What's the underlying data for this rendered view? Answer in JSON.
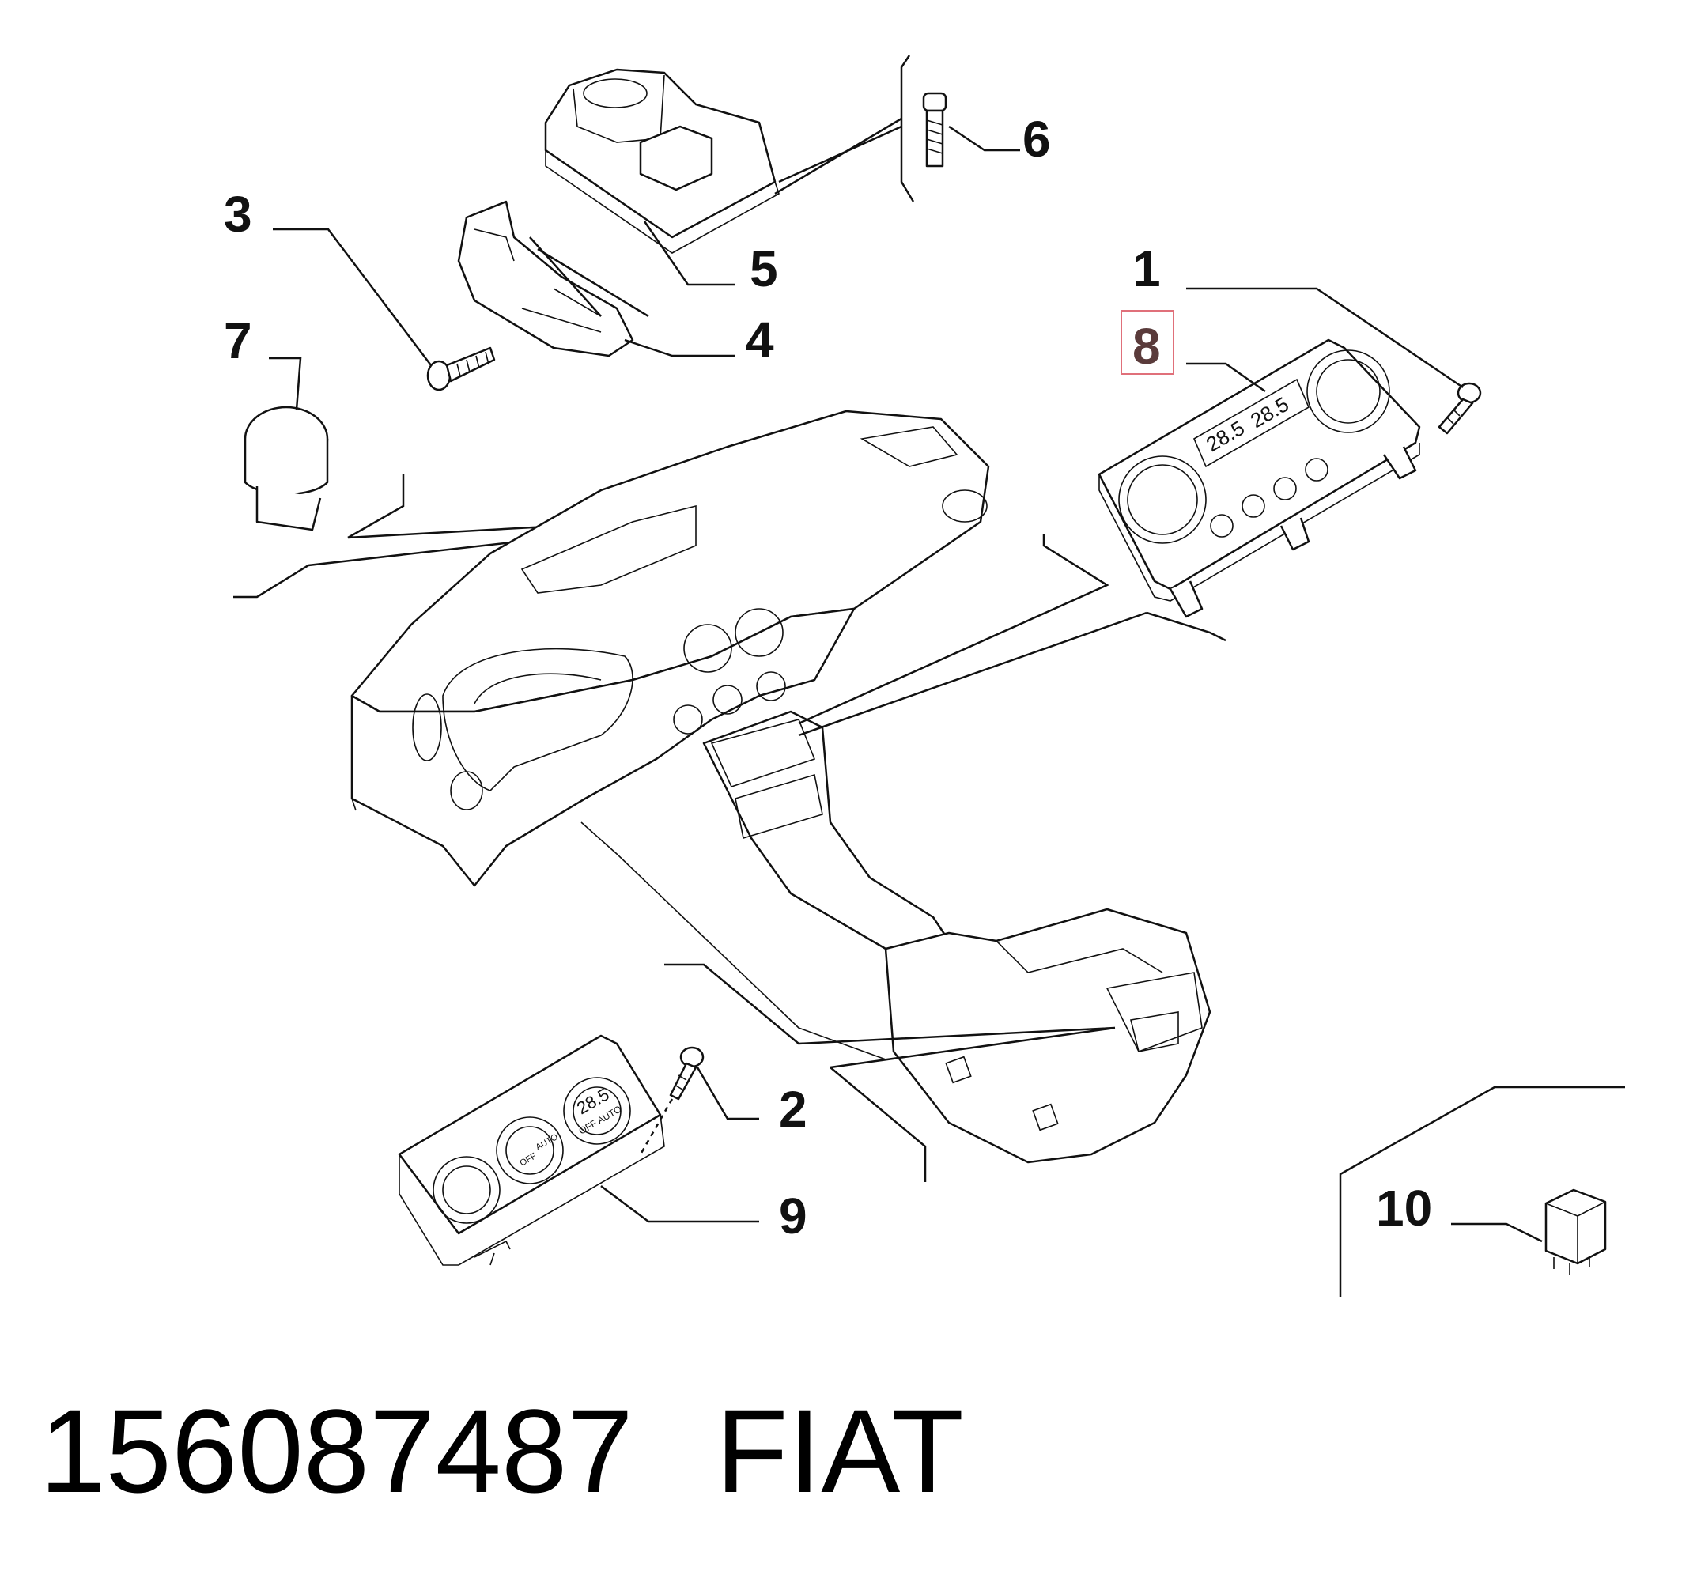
{
  "callouts": {
    "c1": "1",
    "c2": "2",
    "c3": "3",
    "c4": "4",
    "c5": "5",
    "c6": "6",
    "c7": "7",
    "c8": "8",
    "c9": "9",
    "c10": "10"
  },
  "highlighted_callout": "8",
  "highlight_color": "#e0707a",
  "panel_display": {
    "left_temp": "28.5",
    "right_temp": "28.5",
    "small_display": "28.5",
    "off_label": "OFF",
    "auto_label": "AUTO",
    "off_auto_label": "OFF AUTO"
  },
  "footer": {
    "part_number": "156087487",
    "brand": "FIAT"
  }
}
